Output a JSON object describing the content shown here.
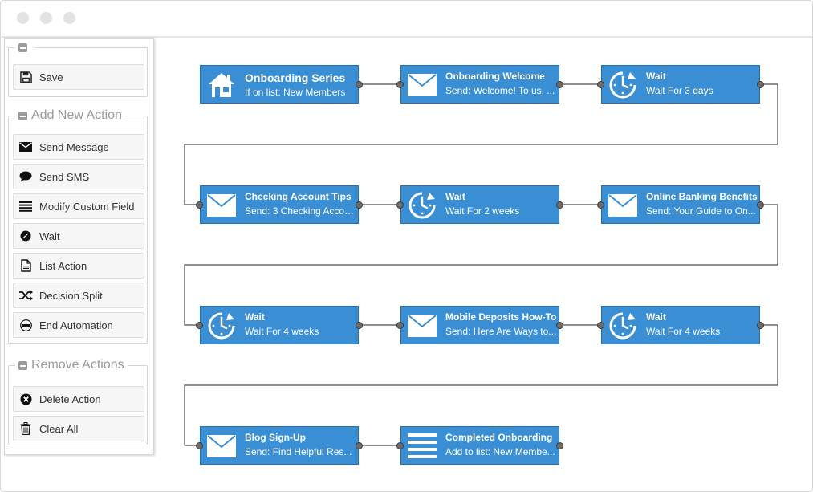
{
  "sidebar": {
    "top_group": {
      "save_label": "Save"
    },
    "add_group": {
      "legend": "Add New Action",
      "buttons": [
        {
          "label": "Send Message",
          "icon": "envelope-icon"
        },
        {
          "label": "Send SMS",
          "icon": "speech-bubble-icon"
        },
        {
          "label": "Modify Custom Field",
          "icon": "list-lines-icon"
        },
        {
          "label": "Wait",
          "icon": "clock-icon"
        },
        {
          "label": "List Action",
          "icon": "document-icon"
        },
        {
          "label": "Decision Split",
          "icon": "shuffle-icon"
        },
        {
          "label": "End Automation",
          "icon": "stop-icon"
        }
      ]
    },
    "remove_group": {
      "legend": "Remove Actions",
      "buttons": [
        {
          "label": "Delete Action",
          "icon": "close-circle-icon"
        },
        {
          "label": "Clear All",
          "icon": "trash-icon"
        }
      ]
    }
  },
  "workflow": {
    "colors": {
      "node": "#3a8fd4",
      "node_border": "#2a6ea8",
      "connector": "#222222",
      "port": "#6c6c6c"
    },
    "nodes": [
      {
        "title": "Onboarding Series",
        "subtitle": "If on list: New Members",
        "icon": "home-icon"
      },
      {
        "title": "Onboarding Welcome",
        "subtitle": "Send: Welcome! To us, ...",
        "icon": "envelope-icon"
      },
      {
        "title": "Wait",
        "subtitle": "Wait For 3 days",
        "icon": "clock-icon"
      },
      {
        "title": "Checking Account Tips",
        "subtitle": "Send: 3 Checking Accou...",
        "icon": "envelope-icon"
      },
      {
        "title": "Wait",
        "subtitle": "Wait For 2 weeks",
        "icon": "clock-icon"
      },
      {
        "title": "Online Banking Benefits",
        "subtitle": "Send: Your Guide to On...",
        "icon": "envelope-icon"
      },
      {
        "title": "Wait",
        "subtitle": "Wait For 4 weeks",
        "icon": "clock-icon"
      },
      {
        "title": "Mobile Deposits How-To",
        "subtitle": "Send: Here Are Ways to...",
        "icon": "envelope-icon"
      },
      {
        "title": "Wait",
        "subtitle": "Wait For 4 weeks",
        "icon": "clock-icon"
      },
      {
        "title": "Blog Sign-Up",
        "subtitle": "Send: Find Helpful Res...",
        "icon": "envelope-icon"
      },
      {
        "title": "Completed Onboarding",
        "subtitle": "Add to list: New Membe...",
        "icon": "list-lines-icon"
      }
    ]
  }
}
